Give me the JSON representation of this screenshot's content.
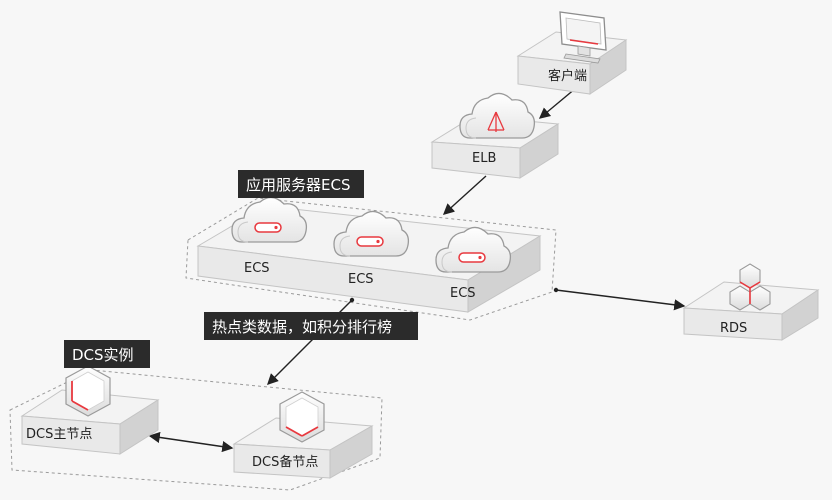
{
  "nodes": {
    "client": {
      "label": "客户端",
      "icon": "monitor-icon"
    },
    "elb": {
      "label": "ELB",
      "icon": "cloud-icon"
    },
    "ecs_group_title": "应用服务器ECS",
    "ecs": [
      {
        "label": "ECS",
        "icon": "cloud-icon"
      },
      {
        "label": "ECS",
        "icon": "cloud-icon"
      },
      {
        "label": "ECS",
        "icon": "cloud-icon"
      }
    ],
    "rds": {
      "label": "RDS",
      "icon": "hexagon-cluster-icon"
    },
    "hot_data_label": "热点类数据，如积分排行榜",
    "dcs_group_title": "DCS实例",
    "dcs_master": {
      "label": "DCS主节点",
      "icon": "hexagon-icon"
    },
    "dcs_standby": {
      "label": "DCS备节点",
      "icon": "hexagon-icon"
    }
  },
  "colors": {
    "accent": "#e8393f",
    "label_bg": "#2b2b2b",
    "platform_top": "#f2f2f2",
    "platform_side": "#d6d6d6",
    "background": "#f7f7f7"
  }
}
